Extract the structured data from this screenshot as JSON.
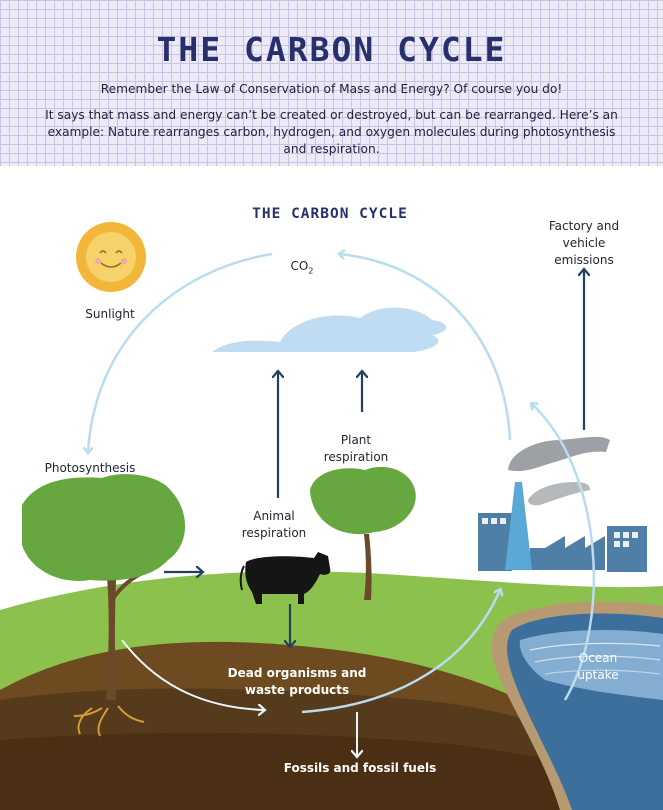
{
  "header": {
    "title": "THE CARBON CYCLE",
    "intro_line1": "Remember the Law of Conservation of Mass and Energy? Of course you do!",
    "intro_line2": "It says that mass and energy can’t be created or destroyed, but can be rearranged. Here’s an example: Nature rearranges carbon, hydrogen, and oxygen molecules during photosynthesis and respiration."
  },
  "diagram": {
    "title": "THE CARBON CYCLE",
    "co2_label": "CO",
    "co2_subscript": "2",
    "labels": {
      "sunlight": "Sunlight",
      "photosynthesis": "Photosynthesis",
      "animal_respiration": "Animal respiration",
      "plant_respiration": "Plant respiration",
      "factory_emissions": "Factory and vehicle emissions",
      "dead_organisms": "Dead organisms and waste products",
      "ocean_uptake": "Ocean uptake",
      "fossils": "Fossils and fossil fuels"
    }
  },
  "colors": {
    "title_navy": "#27306a",
    "grid_bg": "#eceaf6",
    "cycle_arrow": "#b9dcef",
    "dark_arrow": "#24405c",
    "grass": "#8dc14e",
    "soil": "#553a1b",
    "ocean": "#3d6f9c",
    "factory": "#4f7ea6",
    "tree_green": "#67a740"
  }
}
